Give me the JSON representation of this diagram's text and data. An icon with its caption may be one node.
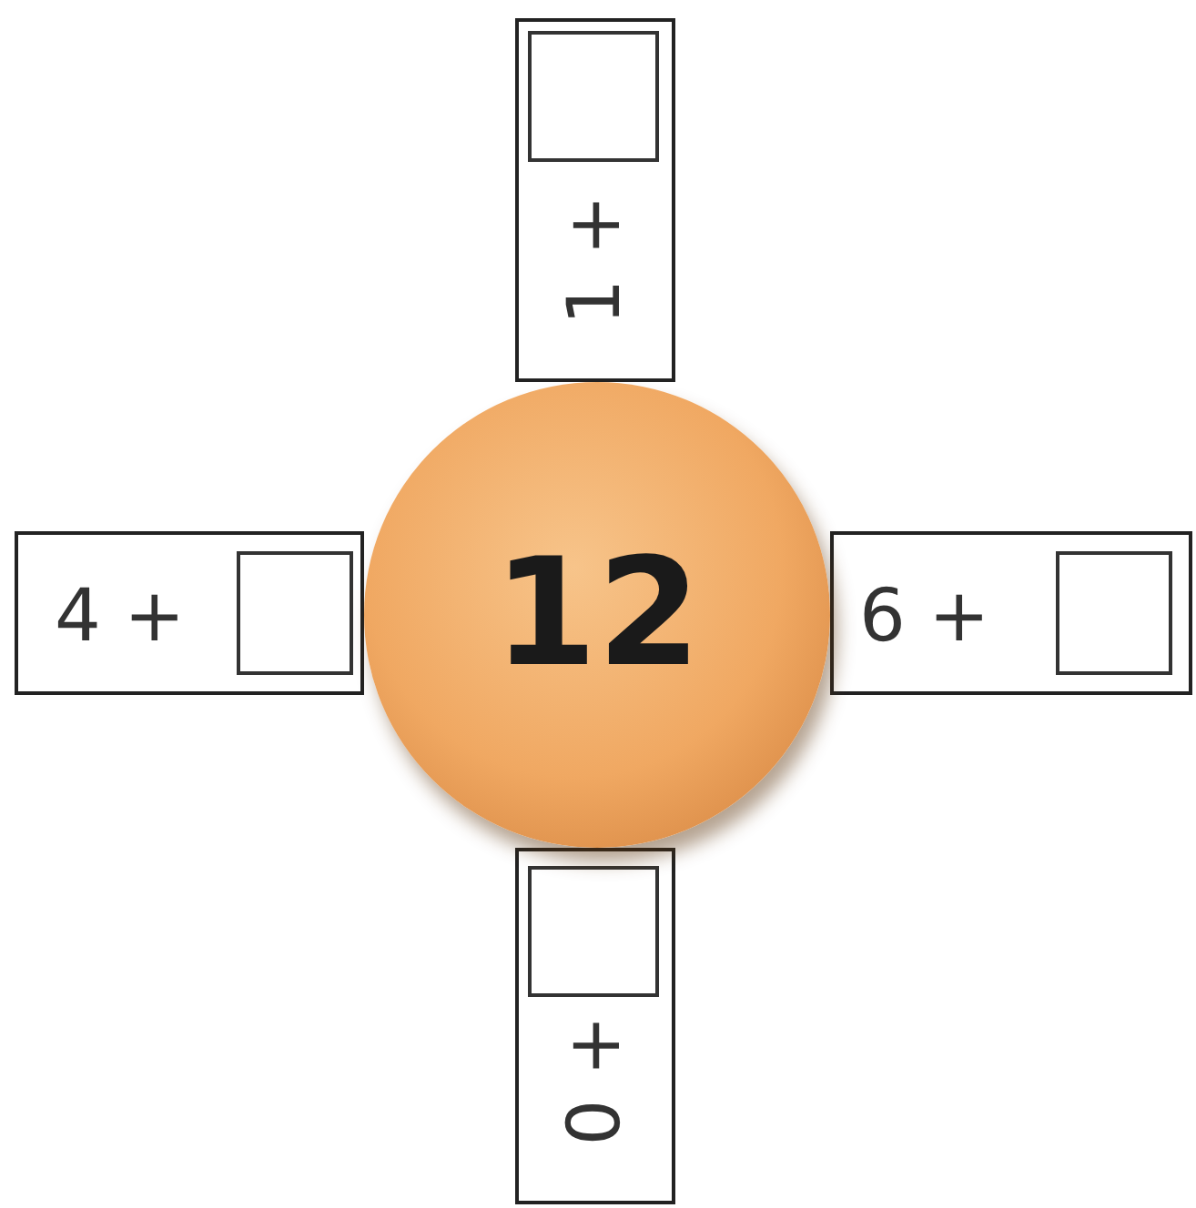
{
  "diagram": {
    "nodes": [
      {
        "text": [
          "1 +"
        ]
      },
      {
        "text": [],
        "shape": "box",
        "in": 0
      },
      {
        "text": [
          "4 +"
        ]
      },
      {
        "text": [],
        "shape": "box",
        "in": 2
      },
      {
        "text": [
          "12"
        ]
      },
      {
        "text": [
          "6 +"
        ]
      },
      {
        "text": [],
        "shape": "box",
        "in": 5
      },
      {
        "text": [
          "0 +"
        ]
      },
      {
        "text": [],
        "shape": "box",
        "in": 7
      }
    ]
  }
}
